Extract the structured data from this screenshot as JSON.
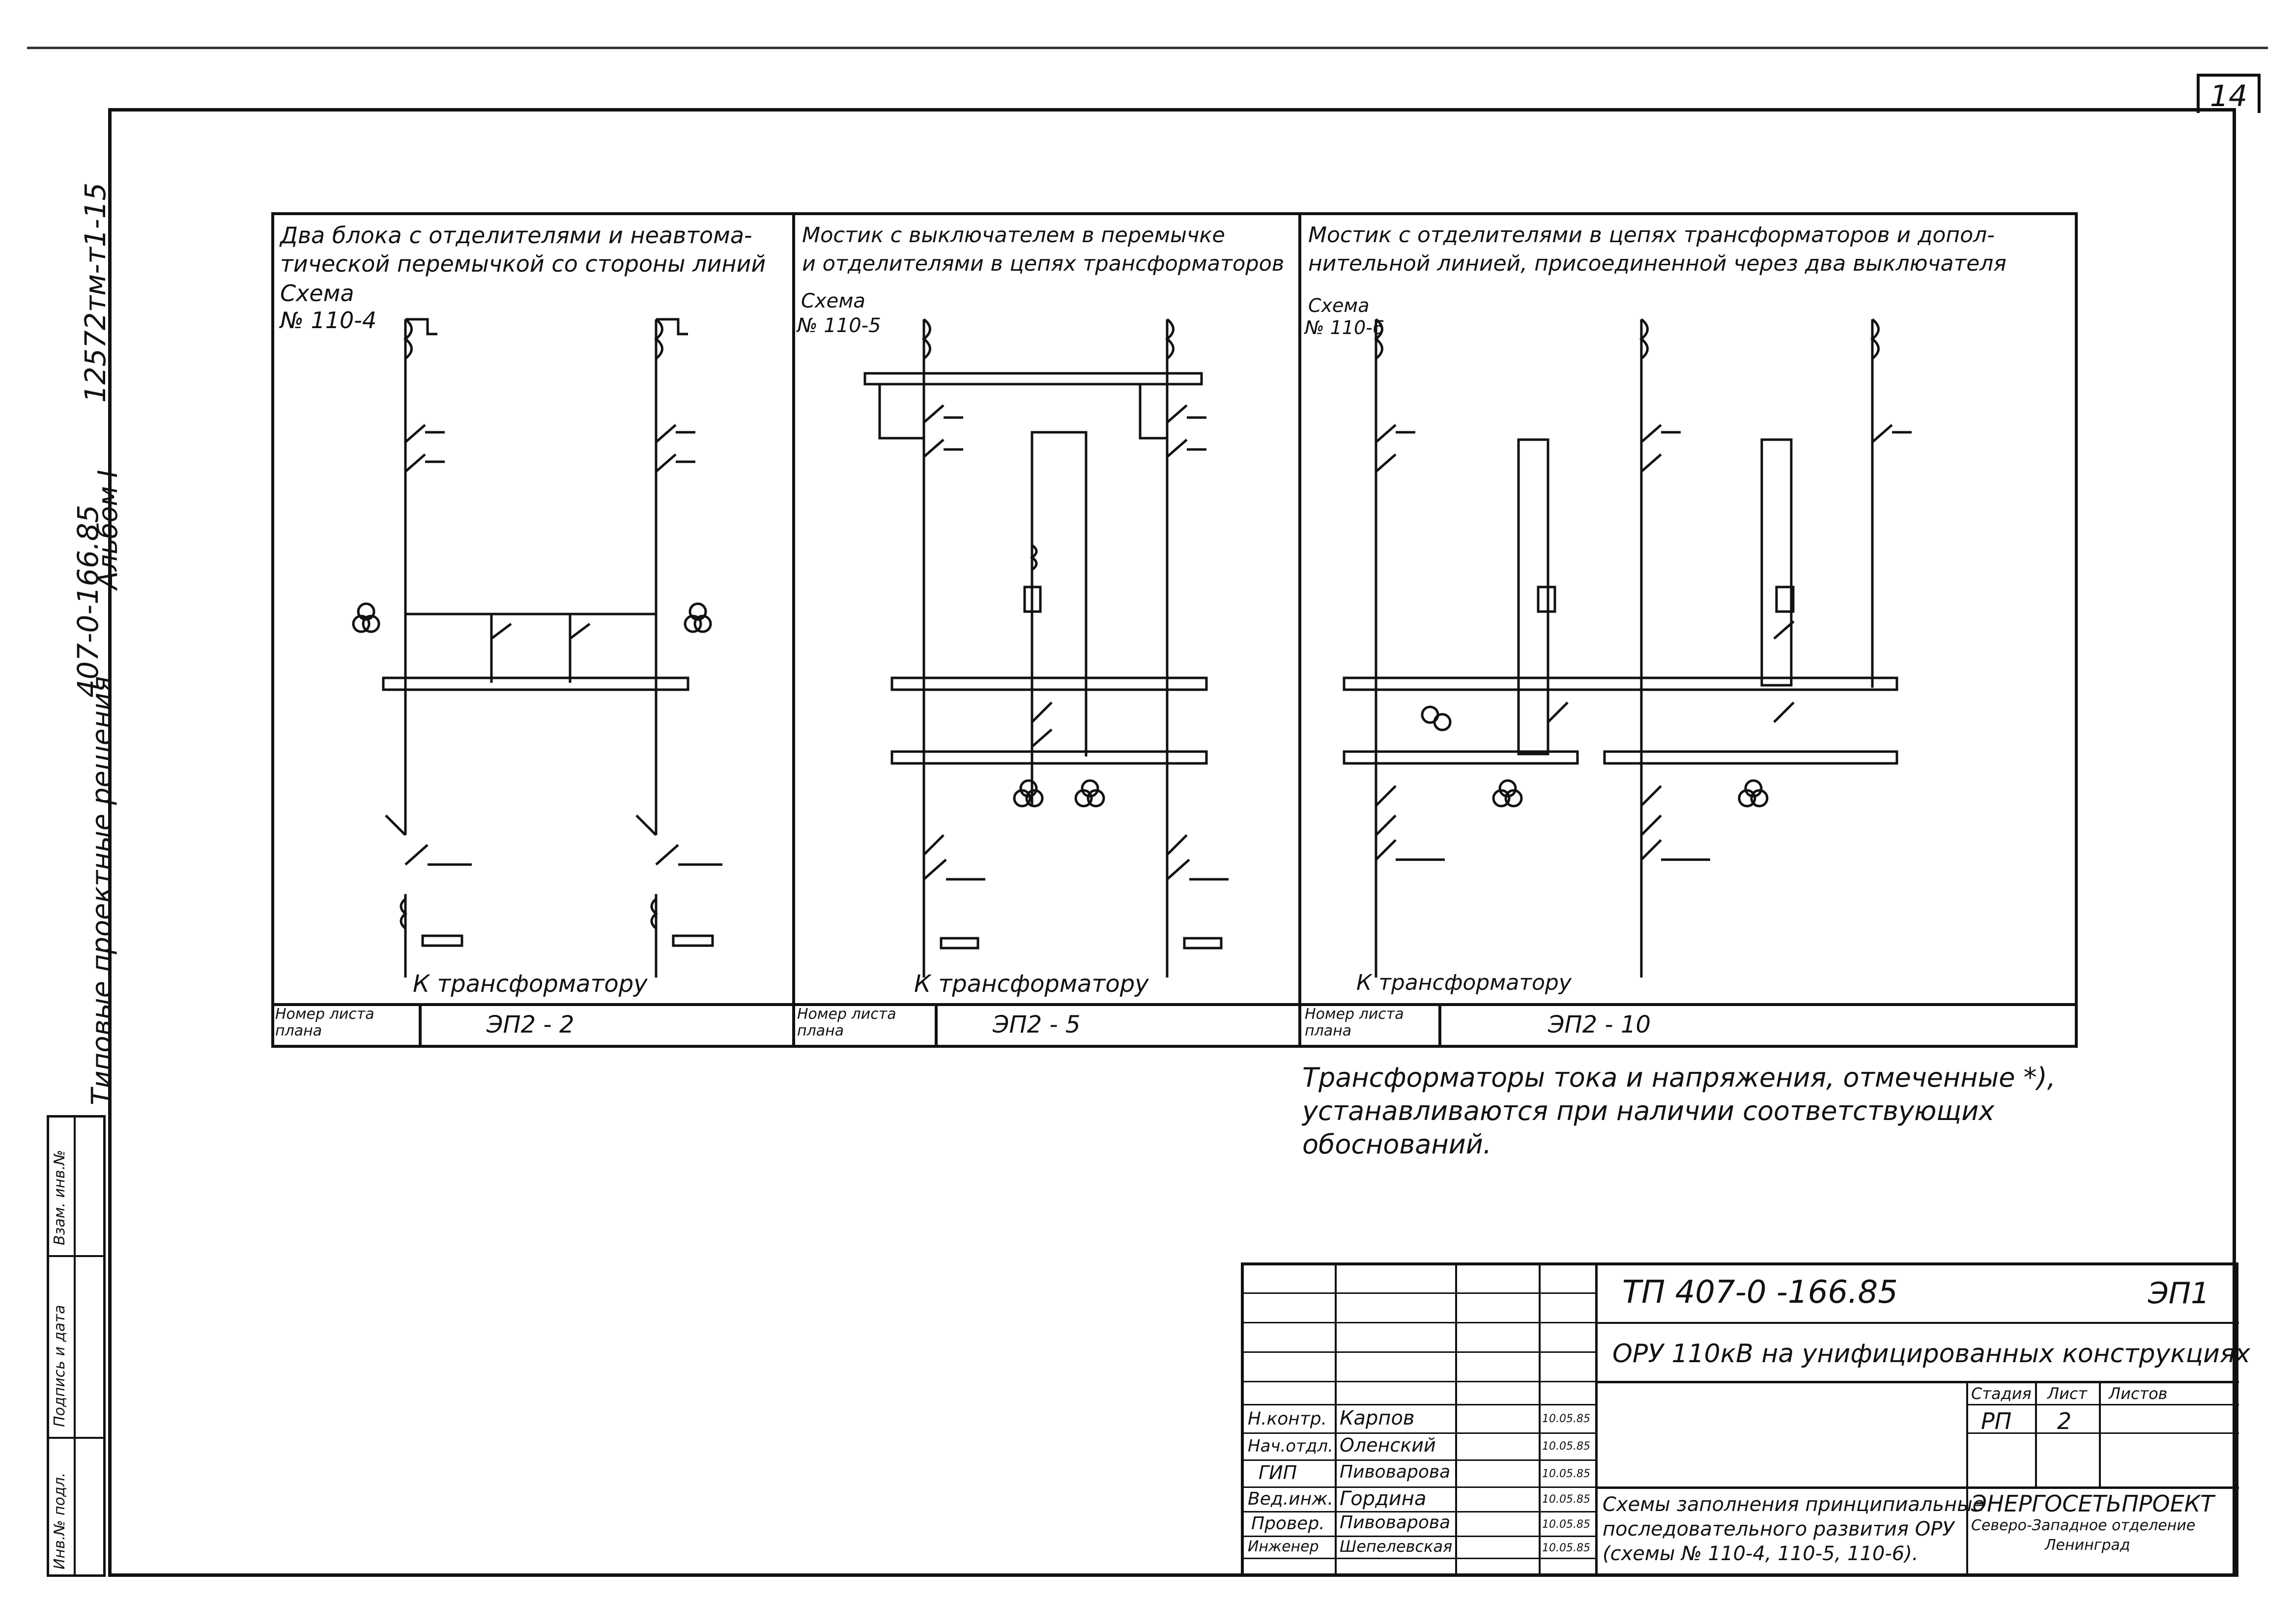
{
  "sheet": {
    "number": "14"
  },
  "side": {
    "series": "407-0-166.85",
    "album": "Альбом I",
    "code": "12572тм-т1-15",
    "typical": "Типовые проектные решения",
    "stamp_cells": [
      "Инв.№ подл.",
      "Подпись и дата",
      "Взам. инв.№"
    ]
  },
  "panels": [
    {
      "title_line1": "Два блока с отделителями и неавтома-",
      "title_line2": "тической перемычкой со стороны линий",
      "scheme_label": "Схема",
      "scheme_no": "№ 110-4",
      "bottom_label": "К трансформатору",
      "plan_label_1": "Номер листа",
      "plan_label_2": "плана",
      "plan_value": "ЭП2 - 2"
    },
    {
      "title_line1": "Мостик с выключателем в перемычке",
      "title_line2": "и отделителями в цепях трансформаторов",
      "scheme_label": "Схема",
      "scheme_no": "№ 110-5",
      "bottom_label": "К трансформатору",
      "plan_label_1": "Номер листа",
      "plan_label_2": "плана",
      "plan_value": "ЭП2 - 5"
    },
    {
      "title_line1": "Мостик с отделителями в цепях трансформаторов и допол-",
      "title_line2": "нительной линией, присоединенной через два выключателя",
      "scheme_label": "Схема",
      "scheme_no": "№ 110-6",
      "bottom_label": "К трансформатору",
      "plan_label_1": "Номер листа",
      "plan_label_2": "плана",
      "plan_value": "ЭП2 - 10"
    }
  ],
  "note": {
    "line1": "Трансформаторы тока и напряжения, отмеченные *),",
    "line2": "устанавливаются при наличии соответствующих",
    "line3": "обоснований."
  },
  "title_block": {
    "doc_code": "ТП 407-0 -166.85",
    "sheet_mark": "ЭП1",
    "project": "ОРУ 110кВ на унифицированных конструкциях",
    "stage_header": "Стадия",
    "sheet_header": "Лист",
    "sheets_header": "Листов",
    "stage": "РП",
    "sheet": "2",
    "description_line1": "Схемы заполнения принципиальные",
    "description_line2": "последовательного развития ОРУ",
    "description_line3": "(схемы № 110-4, 110-5, 110-6).",
    "org_line1": "ЭНЕРГОСЕТЬПРОЕКТ",
    "org_line2": "Северо-Западное отделение",
    "org_line3": "Ленинград",
    "staff": [
      {
        "role": "Н.контр.",
        "name": "Карпов",
        "date": "10.05.85"
      },
      {
        "role": "Нач.отдл.",
        "name": "Оленский",
        "date": "10.05.85"
      },
      {
        "role": "ГИП",
        "name": "Пивоварова",
        "date": "10.05.85"
      },
      {
        "role": "Вед.инж.",
        "name": "Гордина",
        "date": "10.05.85"
      },
      {
        "role": "Провер.",
        "name": "Пивоварова",
        "date": "10.05.85"
      },
      {
        "role": "Инженер",
        "name": "Шепелевская",
        "date": "10.05.85"
      }
    ]
  }
}
